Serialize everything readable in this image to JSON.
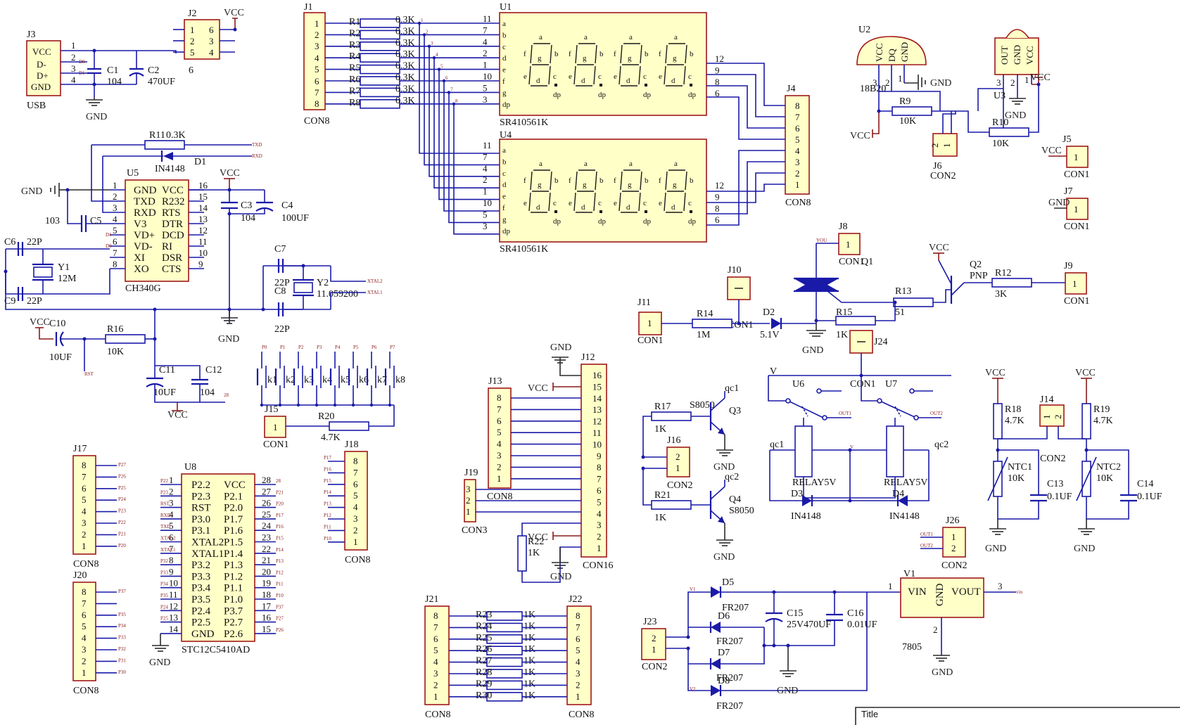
{
  "labels": {
    "j1": "J1",
    "j1_type": "CON8",
    "j2": "J2",
    "j2_val": "6",
    "j3": "J3",
    "j3_type": "USB",
    "j4": "J4",
    "j4_type": "CON8",
    "j5": "J5",
    "j5_type": "CON1",
    "j6": "J6",
    "j6_type": "CON2",
    "j7": "J7",
    "j7_type": "CON1",
    "j8": "J8",
    "j8_type": "CON1",
    "j8_q": "Q1",
    "j9": "J9",
    "j9_type": "CON1",
    "j10": "J10",
    "j10_type": "CON1",
    "j11": "J11",
    "j11_type": "CON1",
    "j12": "J12",
    "j12_type": "CON16",
    "j13": "J13",
    "j13_type": "CON8",
    "j14": "J14",
    "j14_type": "CON2",
    "j15": "J15",
    "j15_type": "CON1",
    "j16": "J16",
    "j16_type": "CON2",
    "j17": "J17",
    "j17_type": "CON8",
    "j18": "J18",
    "j18_type": "CON8",
    "j19": "J19",
    "j19_type": "CON3",
    "j20": "J20",
    "j20_type": "CON8",
    "j21": "J21",
    "j21_type": "CON8",
    "j22": "J22",
    "j22_type": "CON8",
    "j23": "J23",
    "j23_type": "CON2",
    "j24": "J24",
    "j24_type": "CON1",
    "j26": "J26",
    "j26_type": "CON2",
    "u1": "U1",
    "u1_type": "SR410561K",
    "u4": "U4",
    "u4_type": "SR410561K",
    "u2": "U2",
    "u2_type": "18B20",
    "u3": "U3",
    "u5": "U5",
    "u5_type": "CH340G",
    "u6": "U6",
    "u7": "U7",
    "u8": "U8",
    "u8_type": "STC12C5410AD",
    "v1": "V1",
    "v1_type": "7805",
    "q2": "Q2",
    "q2_type": "PNP",
    "q3": "Q3",
    "q3_type": "S8050",
    "q3_net": "qc1",
    "q4": "Q4",
    "q4_type": "S8050",
    "q4_net": "qc2",
    "relay": "RELAY5V",
    "qc1": "qc1",
    "qc2": "qc2",
    "title": "Title"
  },
  "usb_pins": [
    "VCC",
    "D-",
    "D+",
    "GND"
  ],
  "u8_left": [
    "P2.2",
    "P2.3",
    "RST",
    "P3.0",
    "P3.1",
    "XTAL2",
    "XTAL1",
    "P3.2",
    "P3.3",
    "P3.4",
    "P3.5",
    "P2.4",
    "P2.5",
    "GND"
  ],
  "u8_right": [
    "VCC",
    "P2.1",
    "P2.0",
    "P1.7",
    "P1.6",
    "P1.5",
    "P1.4",
    "P1.3",
    "P1.2",
    "P1.1",
    "P1.0",
    "P3.7",
    "P2.7",
    "P2.6"
  ],
  "u5_left": [
    "GND",
    "TXD",
    "RXD",
    "V3",
    "VD+",
    "VD-",
    "XI",
    "XO"
  ],
  "u5_right": [
    "VCC",
    "R232",
    "RTS",
    "DTR",
    "DCD",
    "RI",
    "DSR",
    "CTS"
  ],
  "seg_pins": [
    "a",
    "b",
    "c",
    "d",
    "e",
    "f",
    "g",
    "dp"
  ],
  "u1_pinnums": [
    "11",
    "7",
    "4",
    "2",
    "1",
    "10",
    "5",
    "3"
  ],
  "u1_right": [
    "12",
    "9",
    "8",
    "6"
  ],
  "r_values": {
    "r1_8": "0.3K",
    "r9": "10K",
    "r10": "10K",
    "r11": "0.3K",
    "r12": "3K",
    "r13": "51",
    "r14": "1M",
    "r15": "1K",
    "r16": "10K",
    "r17": "1K",
    "r18": "4.7K",
    "r19": "4.7K",
    "r20": "4.7K",
    "r21": "1K",
    "r22": "1K",
    "r23_30": "1K"
  },
  "c_values": {
    "c1": "104",
    "c2": "470UF",
    "c3": "104",
    "c4": "100UF",
    "c5": "103",
    "c6": "22P",
    "c7": "22P",
    "c8": "22P",
    "c9": "22P",
    "c10": "10UF",
    "c11": "10UF",
    "c12": "104",
    "c13": "0.1UF",
    "c14": "0.1UF",
    "c15": "25V470UF",
    "c16": "0.01UF"
  },
  "misc": {
    "y1": "Y1",
    "y1_val": "12M",
    "y2": "Y2",
    "y2_val": "11.059200",
    "d1": "D1",
    "d1_val": "IN4148",
    "d2": "D2",
    "d2_val": "5.1V",
    "d3": "D3",
    "d3_val": "IN4148",
    "d4": "D4",
    "d4_val": "IN4148",
    "d5": "D5",
    "d6": "D6",
    "d7": "D7",
    "d8": "D8",
    "fr": "FR207",
    "ntc1": "NTC1",
    "ntc2": "NTC2",
    "ntc_val": "10K",
    "vcc": "VCC",
    "gnd": "GND",
    "v": "V",
    "txd": "TXD",
    "rxd": "RXD",
    "xtal2": "XTAL2",
    "xtal1": "XTAL1",
    "rst": "RST",
    "out1": "OUT1",
    "out2": "OUT2",
    "you": "YOU",
    "vin": "vin",
    "d0": "D0",
    "d1n": "D1"
  }
}
